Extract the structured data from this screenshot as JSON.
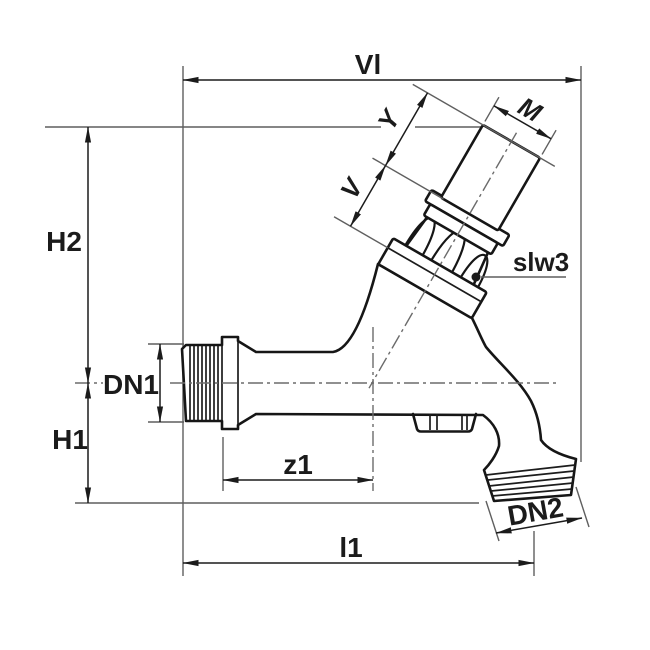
{
  "drawing": {
    "description": "Dimensioned technical side-view line drawing of a wall-mounted bib tap (outdoor valve) with 30-degree angled headwork, male inlet thread left and male hose outlet bottom right",
    "colors": {
      "background": "#ffffff",
      "outline": "#161616",
      "dimension_lines": "#1b1b1b",
      "reference_lines": "#5f5f5f"
    },
    "labels": {
      "overall_width": "Vl",
      "upper_height": "H2",
      "lower_height": "H1",
      "inlet_thread": "DN1",
      "outlet_thread": "DN2",
      "center_offset": "z1",
      "outlet_length": "l1",
      "head_dim_upper": "Y",
      "head_dim_lower": "V",
      "spindle_thread": "M",
      "wrench_flat": "slw3"
    }
  }
}
